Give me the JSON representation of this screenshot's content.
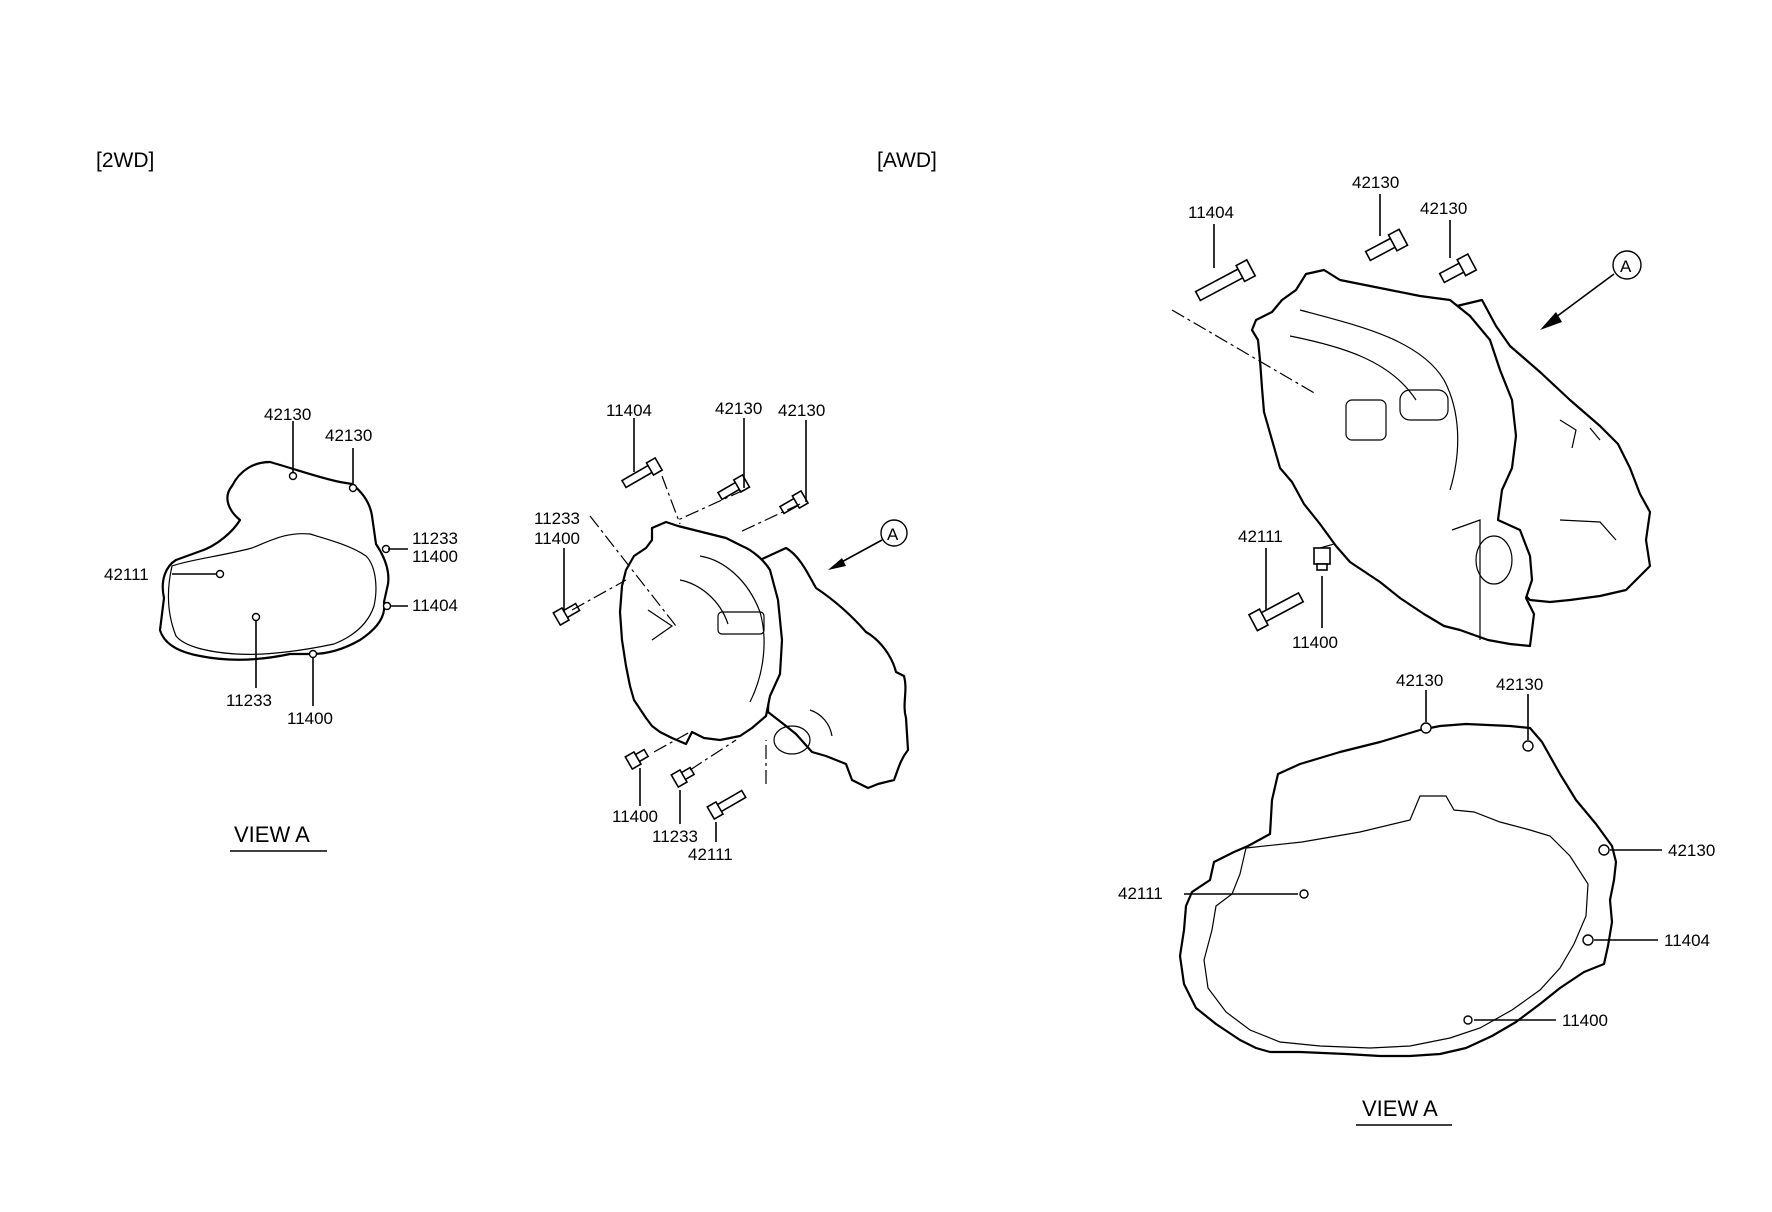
{
  "sections": {
    "left": {
      "title": "[2WD]",
      "view_label": "VIEW A"
    },
    "middle": {
      "title": "[AWD]",
      "arrow_label": "A"
    },
    "right": {
      "arrow_label": "A",
      "view_label": "VIEW A"
    }
  },
  "callouts_2wd_view": [
    "42130",
    "42130",
    "11233",
    "11400",
    "42111",
    "11404",
    "11233",
    "11400"
  ],
  "callouts_2wd_assembly": [
    "11404",
    "42130",
    "42130",
    "11233",
    "11400",
    "11400",
    "11233",
    "42111"
  ],
  "callouts_awd_assembly": [
    "11404",
    "42130",
    "42130",
    "42111",
    "11400"
  ],
  "callouts_awd_view": [
    "42130",
    "42130",
    "42130",
    "42111",
    "11404",
    "11400"
  ]
}
